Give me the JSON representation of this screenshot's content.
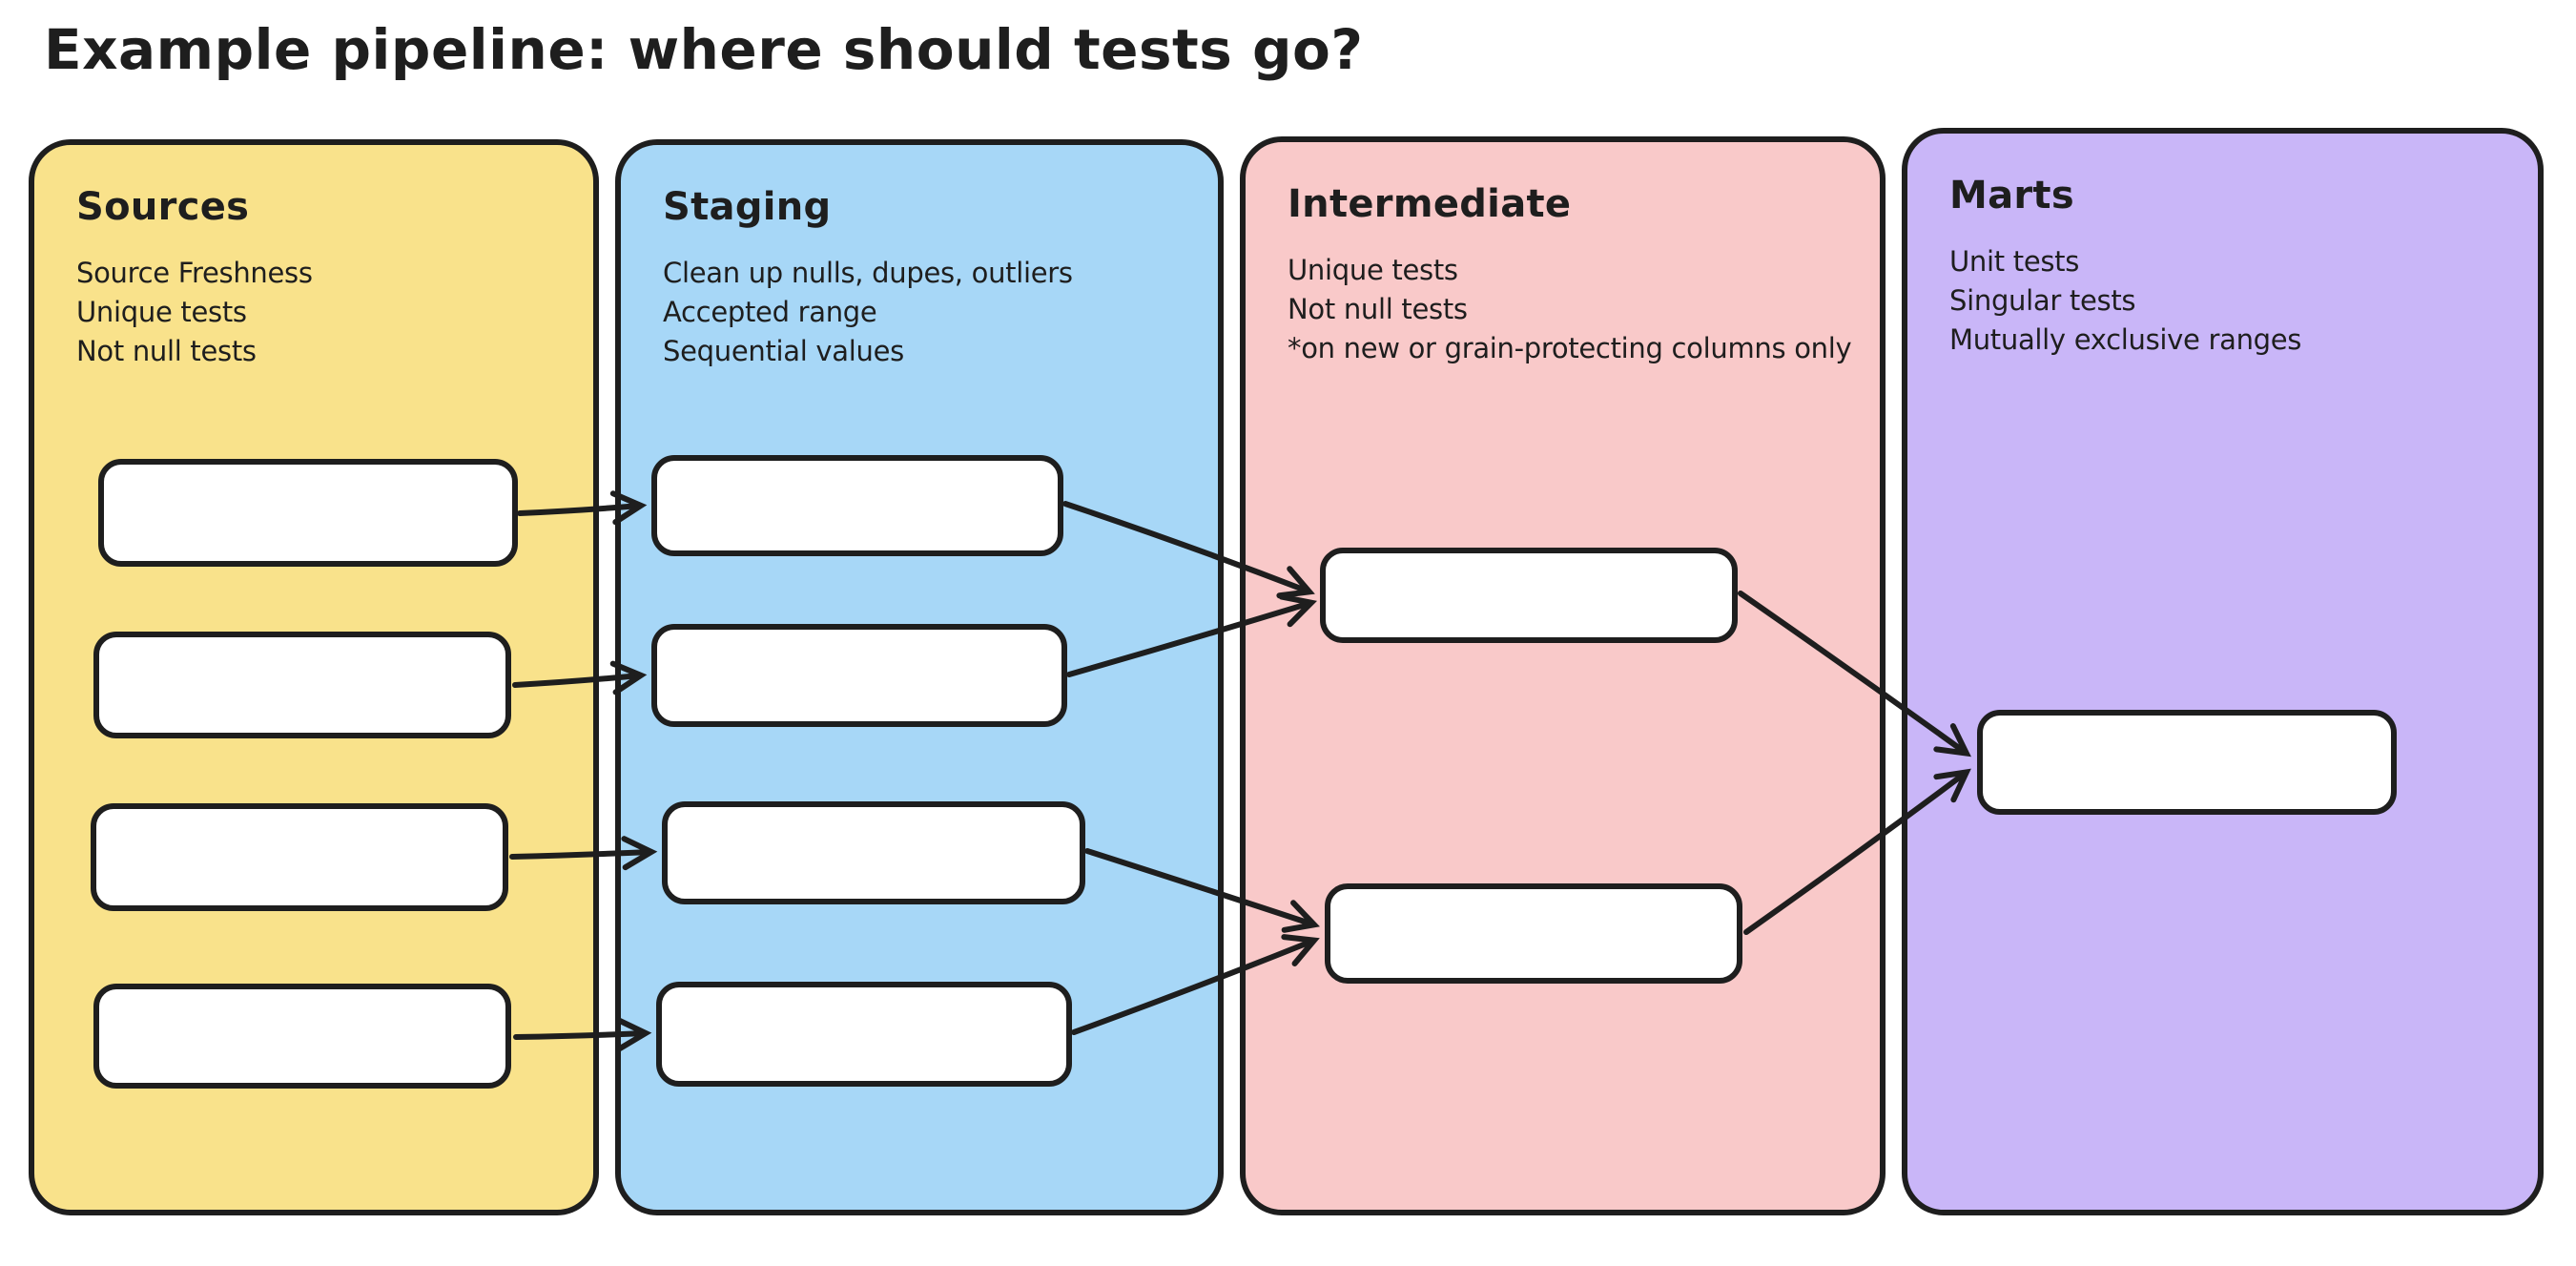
{
  "title": "Example pipeline: where should tests go?",
  "colors": {
    "ink": "#1e1e1e",
    "node_fill": "#ffffff",
    "sources": "#f9e28b",
    "staging": "#a7d7f7",
    "intermediate": "#f9c9c9",
    "marts": "#c9b6f8"
  },
  "columns": [
    {
      "id": "sources",
      "label": "Sources",
      "color": "#f9e28b",
      "tests": [
        "Source Freshness",
        "Unique tests",
        "Not null tests"
      ],
      "node_count": 4
    },
    {
      "id": "staging",
      "label": "Staging",
      "color": "#a7d7f7",
      "tests": [
        "Clean up nulls, dupes, outliers",
        "Accepted range",
        "Sequential values"
      ],
      "node_count": 4
    },
    {
      "id": "intermediate",
      "label": "Intermediate",
      "color": "#f9c9c9",
      "tests": [
        "Unique tests",
        "Not null tests",
        "*on new or grain-protecting columns only"
      ],
      "node_count": 2
    },
    {
      "id": "marts",
      "label": "Marts",
      "color": "#c9b6f8",
      "tests": [
        "Unit tests",
        "Singular tests",
        "Mutually exclusive ranges"
      ],
      "node_count": 1
    }
  ],
  "edges": [
    {
      "from": "sources-1",
      "to": "staging-1"
    },
    {
      "from": "sources-2",
      "to": "staging-2"
    },
    {
      "from": "sources-3",
      "to": "staging-3"
    },
    {
      "from": "sources-4",
      "to": "staging-4"
    },
    {
      "from": "staging-1",
      "to": "intermediate-1"
    },
    {
      "from": "staging-2",
      "to": "intermediate-1"
    },
    {
      "from": "staging-3",
      "to": "intermediate-2"
    },
    {
      "from": "staging-4",
      "to": "intermediate-2"
    },
    {
      "from": "intermediate-1",
      "to": "marts-1"
    },
    {
      "from": "intermediate-2",
      "to": "marts-1"
    }
  ]
}
